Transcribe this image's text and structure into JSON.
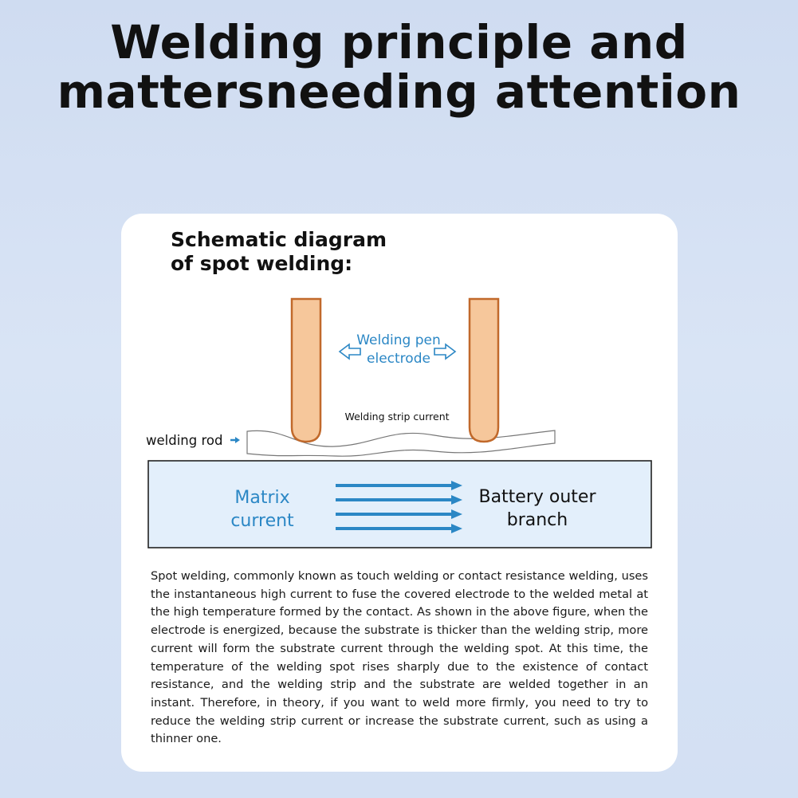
{
  "header": {
    "title_line1": "Welding principle and",
    "title_line2": "mattersneeding attention"
  },
  "diagram": {
    "heading_line1": "Schematic diagram",
    "heading_line2": "of spot welding:",
    "electrode_label_line1": "Welding pen",
    "electrode_label_line2": "electrode",
    "strip_current_label": "Welding strip current",
    "welding_rod_label": "welding rod",
    "matrix_current_line1": "Matrix",
    "matrix_current_line2": "current",
    "battery_label_line1": "Battery outer",
    "battery_label_line2": "branch",
    "colors": {
      "electrode_fill": "#f6c79b",
      "electrode_stroke": "#c1692b",
      "accent_blue": "#2b87c5",
      "substrate_fill": "#e3effb"
    }
  },
  "description": "Spot welding, commonly known as touch welding or contact resistance welding, uses the instantaneous high current to fuse the covered electrode to the welded metal at the high temperature formed by the contact. As shown in the above figure, when the electrode is energized, because the substrate is thicker than the welding strip, more current will form the substrate current through the welding spot. At this time, the temperature of the welding spot rises sharply due to the existence of contact resistance, and the welding strip and the substrate are welded together in an instant. Therefore, in theory, if you want to weld more firmly, you need to try to reduce the welding strip current or increase the substrate current, such as using a thinner one."
}
